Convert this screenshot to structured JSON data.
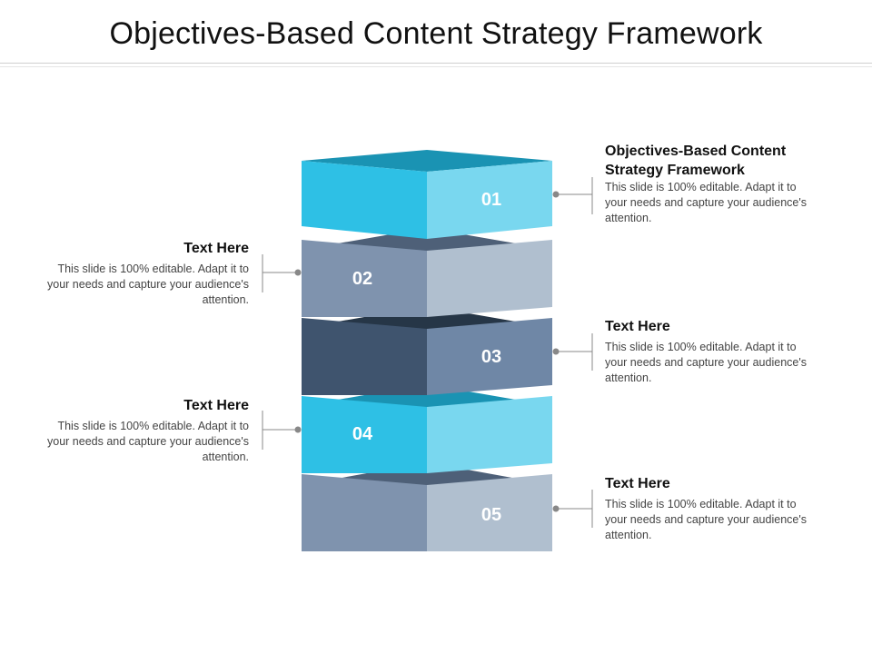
{
  "slide": {
    "title": "Objectives-Based Content Strategy Framework"
  },
  "layers": [
    {
      "number": "01",
      "front_color": "#2ec0e5",
      "side_color": "#79d7ef",
      "top_color": "#1a93b3"
    },
    {
      "number": "02",
      "front_color": "#7f93ae",
      "side_color": "#b0bfcf",
      "top_color": "#4e6078"
    },
    {
      "number": "03",
      "front_color": "#3f546e",
      "side_color": "#6f87a6",
      "top_color": "#263647"
    },
    {
      "number": "04",
      "front_color": "#2ec0e5",
      "side_color": "#79d7ef",
      "top_color": "#1a93b3"
    },
    {
      "number": "05",
      "front_color": "#7f93ae",
      "side_color": "#b0bfcf",
      "top_color": "#4e6078"
    }
  ],
  "callouts": [
    {
      "heading": "Objectives-Based Content Strategy Framework",
      "body": "This slide is 100% editable. Adapt it to your needs and capture your audience's attention."
    },
    {
      "heading": "Text Here",
      "body": "This slide is 100% editable. Adapt it to your needs and capture your audience's attention."
    },
    {
      "heading": "Text Here",
      "body": "This slide is 100% editable. Adapt it to your needs and capture your audience's attention."
    },
    {
      "heading": "Text Here",
      "body": "This slide is 100% editable. Adapt it to your needs and capture your audience's attention."
    },
    {
      "heading": "Text Here",
      "body": "This slide is 100% editable. Adapt it to your needs and capture your audience's attention."
    }
  ],
  "connector_color": "#888888"
}
